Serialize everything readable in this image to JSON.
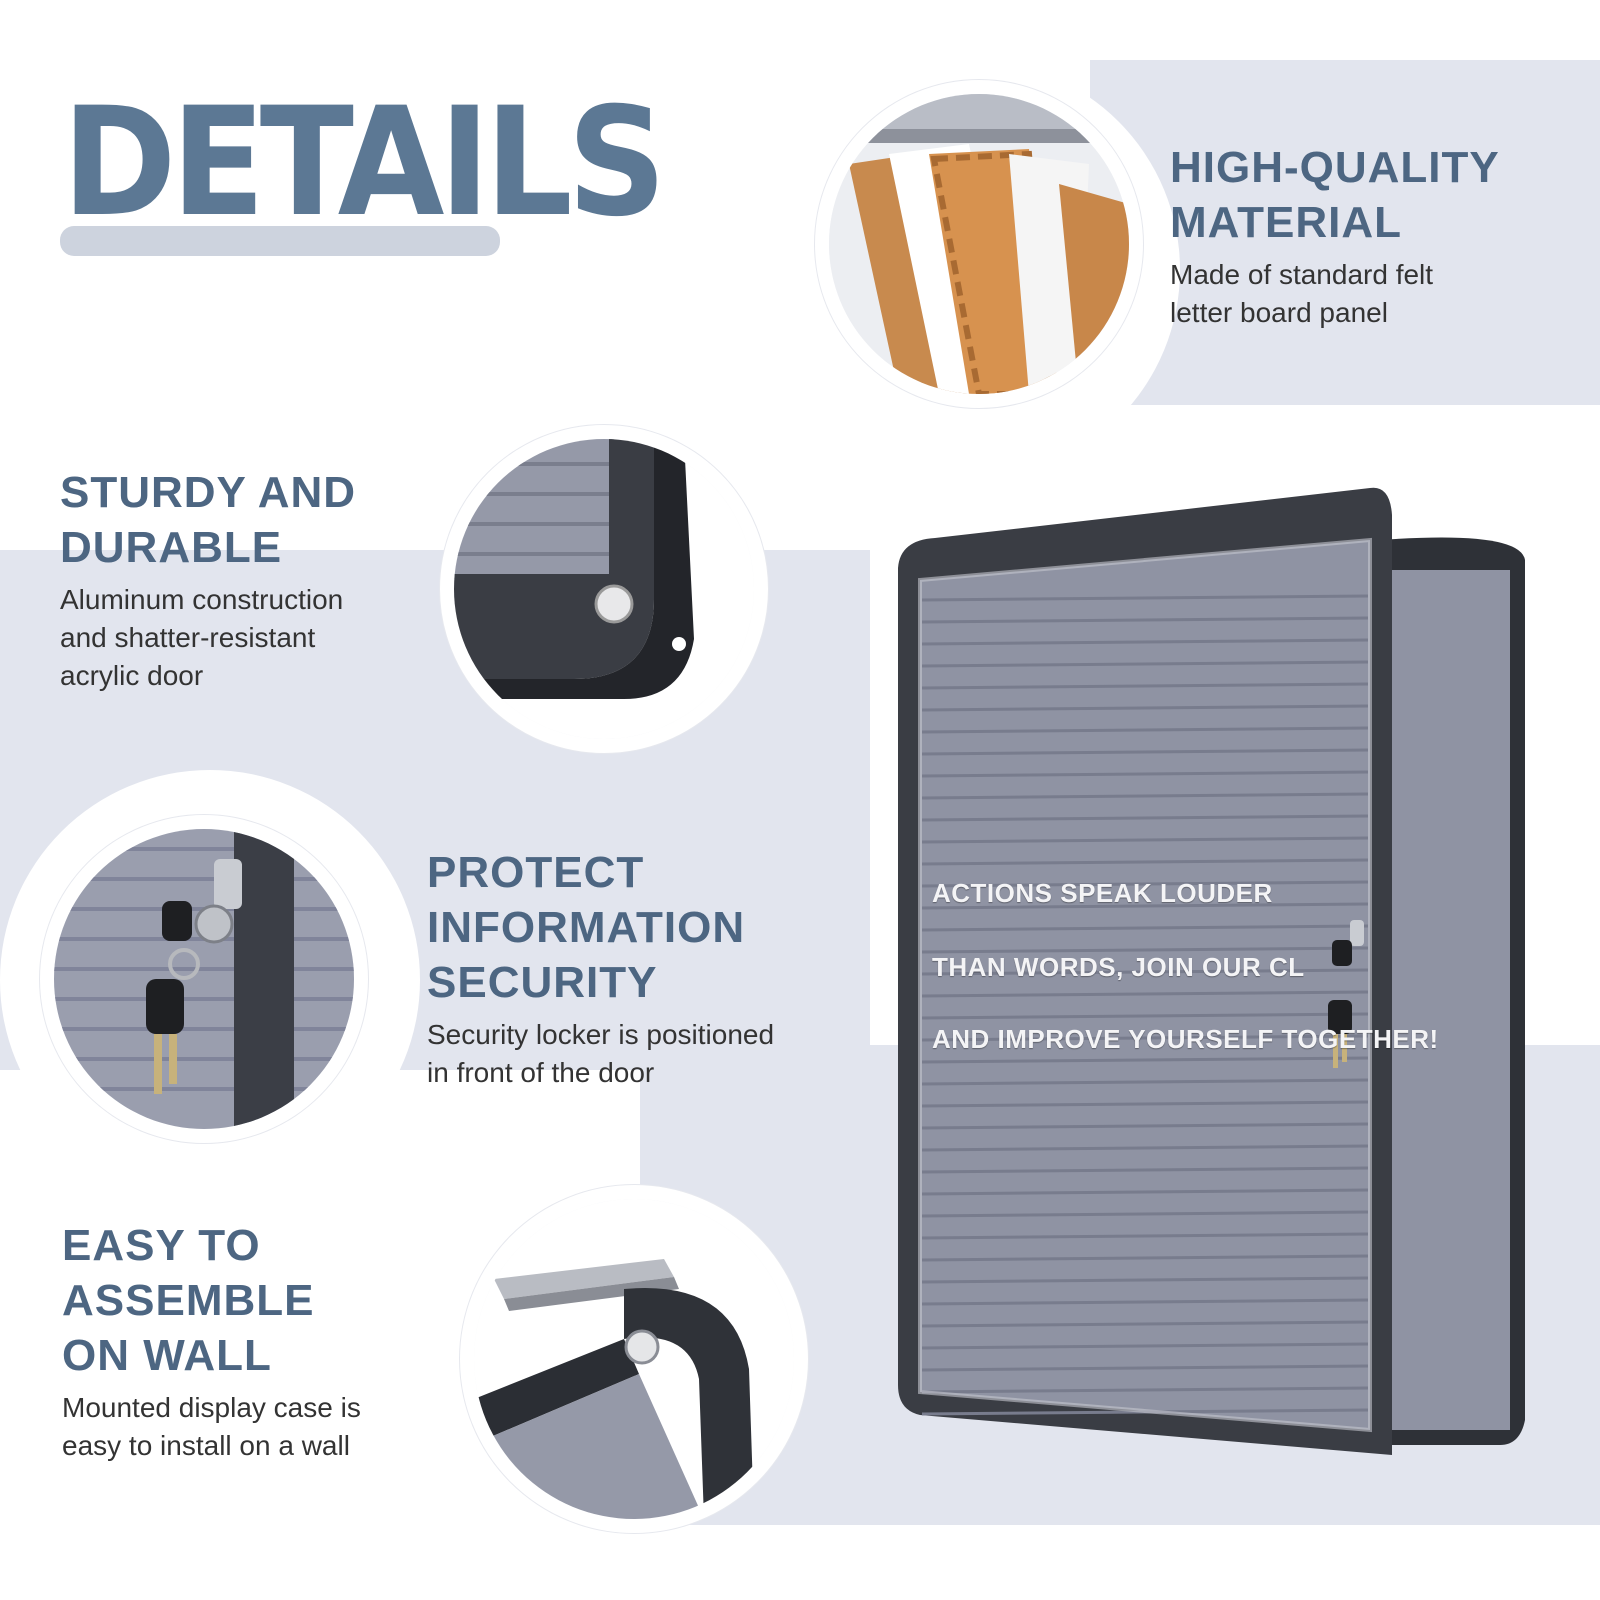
{
  "title": "DETAILS",
  "features": {
    "material": {
      "heading_lines": [
        "HIGH-QUALITY",
        "MATERIAL"
      ],
      "description_lines": [
        "Made of standard felt",
        "letter board panel"
      ]
    },
    "sturdy": {
      "heading_lines": [
        "STURDY AND",
        "DURABLE"
      ],
      "description_lines": [
        "Aluminum construction",
        "and shatter-resistant",
        "acrylic door"
      ]
    },
    "protect": {
      "heading_lines": [
        "PROTECT",
        "INFORMATION",
        "SECURITY"
      ],
      "description_lines": [
        "Security locker is positioned",
        "in front of the door"
      ]
    },
    "assemble": {
      "heading_lines": [
        "EASY TO",
        "ASSEMBLE",
        "ON WALL"
      ],
      "description_lines": [
        "Mounted display case is",
        "easy to install on a wall"
      ]
    }
  },
  "board_message_lines": [
    "ACTIONS SPEAK LOUDER",
    "THAN WORDS, JOIN OUR CL",
    "AND IMPROVE YOURSELF TOGETHER!"
  ],
  "colors": {
    "heading": "#4d6682",
    "title": "#5c7894",
    "background_band": "#e2e5ee",
    "felt": "#8f93a3",
    "frame": "#3a3d44",
    "foam": "#c8874a"
  },
  "icons": {
    "material_photo": "layered-panel-icon",
    "sturdy_photo": "frame-corner-icon",
    "protect_photo": "lock-keys-icon",
    "assemble_photo": "wall-mount-icon"
  }
}
